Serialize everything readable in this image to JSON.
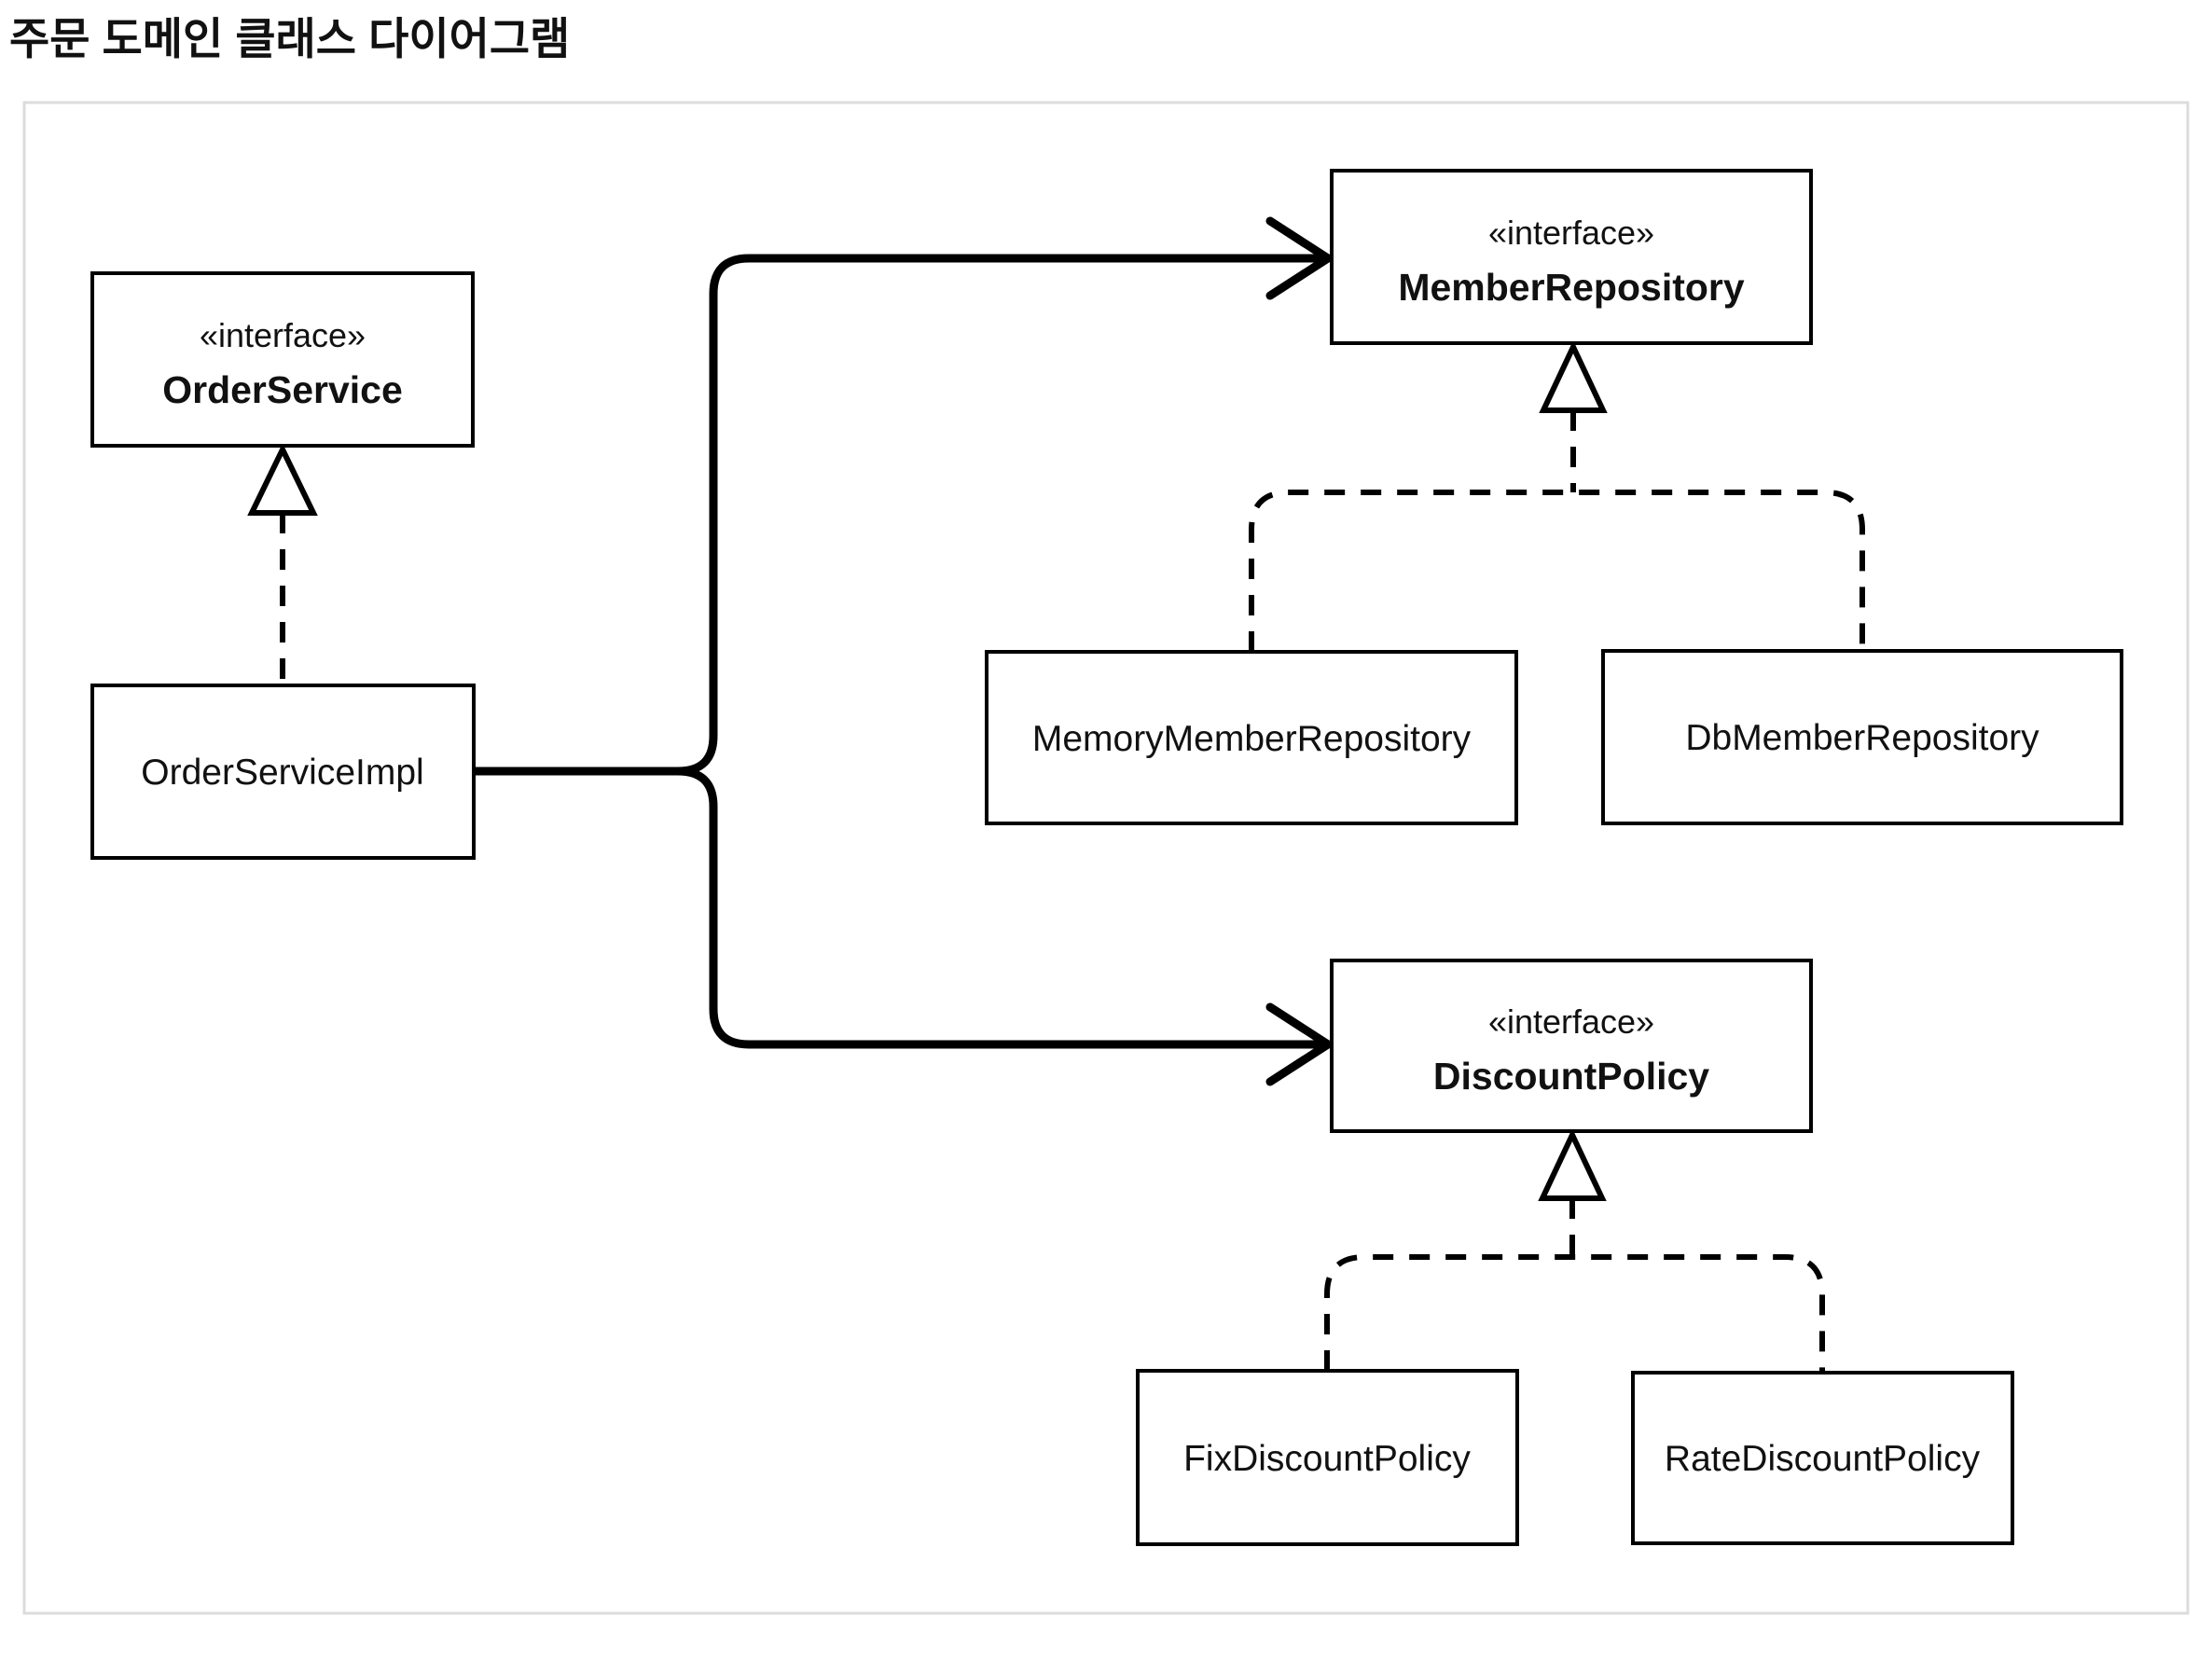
{
  "page": {
    "title": "주문 도메인 클래스 다이어그램"
  },
  "diagram": {
    "nodes": {
      "order_service": {
        "stereotype": "«interface»",
        "name": "OrderService"
      },
      "order_service_impl": {
        "name": "OrderServiceImpl"
      },
      "member_repository": {
        "stereotype": "«interface»",
        "name": "MemberRepository"
      },
      "memory_member_repository": {
        "name": "MemoryMemberRepository"
      },
      "db_member_repository": {
        "name": "DbMemberRepository"
      },
      "discount_policy": {
        "stereotype": "«interface»",
        "name": "DiscountPolicy"
      },
      "fix_discount_policy": {
        "name": "FixDiscountPolicy"
      },
      "rate_discount_policy": {
        "name": "RateDiscountPolicy"
      }
    },
    "relations": [
      {
        "type": "realization",
        "from": "OrderServiceImpl",
        "to": "OrderService"
      },
      {
        "type": "dependency",
        "from": "OrderServiceImpl",
        "to": "MemberRepository"
      },
      {
        "type": "dependency",
        "from": "OrderServiceImpl",
        "to": "DiscountPolicy"
      },
      {
        "type": "realization",
        "from": "MemoryMemberRepository",
        "to": "MemberRepository"
      },
      {
        "type": "realization",
        "from": "DbMemberRepository",
        "to": "MemberRepository"
      },
      {
        "type": "realization",
        "from": "FixDiscountPolicy",
        "to": "DiscountPolicy"
      },
      {
        "type": "realization",
        "from": "RateDiscountPolicy",
        "to": "DiscountPolicy"
      }
    ],
    "colors": {
      "line": "#000000",
      "box_fill": "#ffffff",
      "box_border": "#000000",
      "frame_border": "#dcdcdc",
      "background": "#ffffff"
    }
  }
}
